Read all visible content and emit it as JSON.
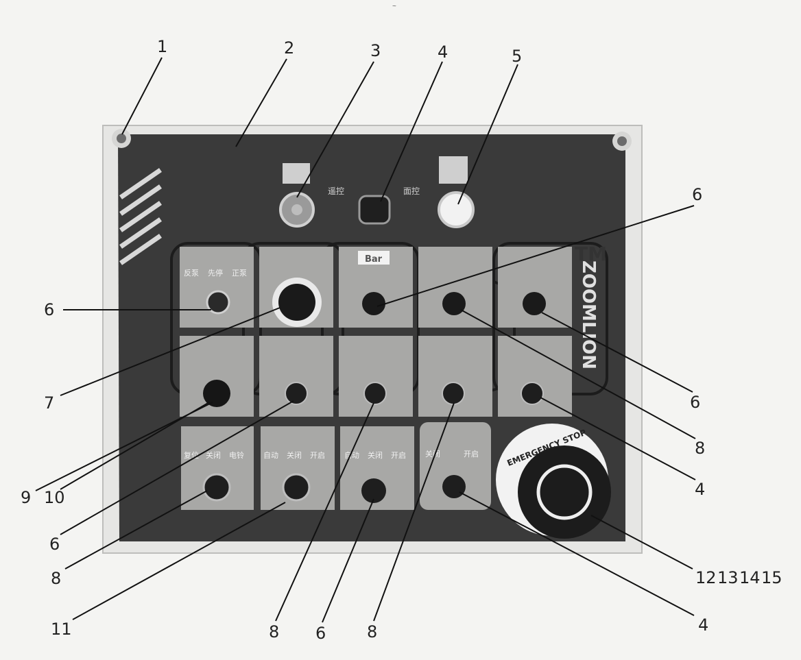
{
  "top_mark": "~",
  "panel_labels": {
    "remote": "遥控",
    "panel_ctrl": "面控",
    "bar": "Bar",
    "rev_fwd_stop": [
      "反泵",
      "先停",
      "正泵"
    ],
    "auto_close_open_a": [
      "自动",
      "关闭",
      "开启"
    ],
    "auto_close_open_b": [
      "自动",
      "关闭",
      "开启"
    ],
    "close_open": [
      "关闭",
      "开启"
    ],
    "reset_elec": [
      "复位",
      "关闭",
      "电铃"
    ],
    "brand_tm": "TM",
    "brand_name": "ZOOMLION",
    "emergency": "EMERGENCY STOP"
  },
  "callouts": {
    "c1": "1",
    "c2": "2",
    "c3": "3",
    "c4a": "4",
    "c5": "5",
    "c6a": "6",
    "c6b": "6",
    "c6c": "6",
    "c6d": "6",
    "c6e": "6",
    "c7": "7",
    "c8a": "8",
    "c8b": "8",
    "c8c": "8",
    "c8d": "8",
    "c4b": "4",
    "c4c": "4",
    "c9": "9",
    "c10": "10",
    "c11": "11",
    "c12": "12",
    "c13": "13",
    "c14": "14",
    "c15": "15"
  }
}
